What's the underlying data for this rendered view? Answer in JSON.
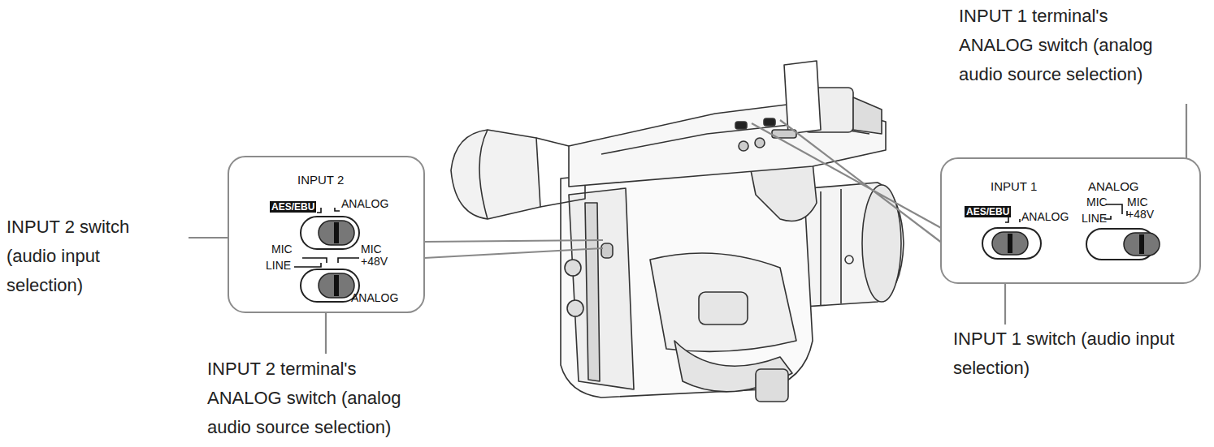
{
  "diagram": {
    "nodes": [
      {
        "text": [
          "INPUT 2",
          "AES/EBU",
          "ANALOG",
          "MIC",
          "LINE",
          "MIC +48V",
          "ANALOG"
        ]
      },
      {
        "text": [
          "INPUT 1",
          "AES/EBU",
          "ANALOG",
          "ANALOG",
          "MIC",
          "LINE",
          "MIC +48V"
        ]
      }
    ],
    "edges": [],
    "labels": [
      "INPUT 1 terminal's ANALOG switch (analog audio source selection)",
      "INPUT 2 switch (audio input selection)",
      "INPUT 2 terminal's ANALOG switch (analog audio source selection)",
      "INPUT 1 switch (audio input selection)"
    ]
  }
}
